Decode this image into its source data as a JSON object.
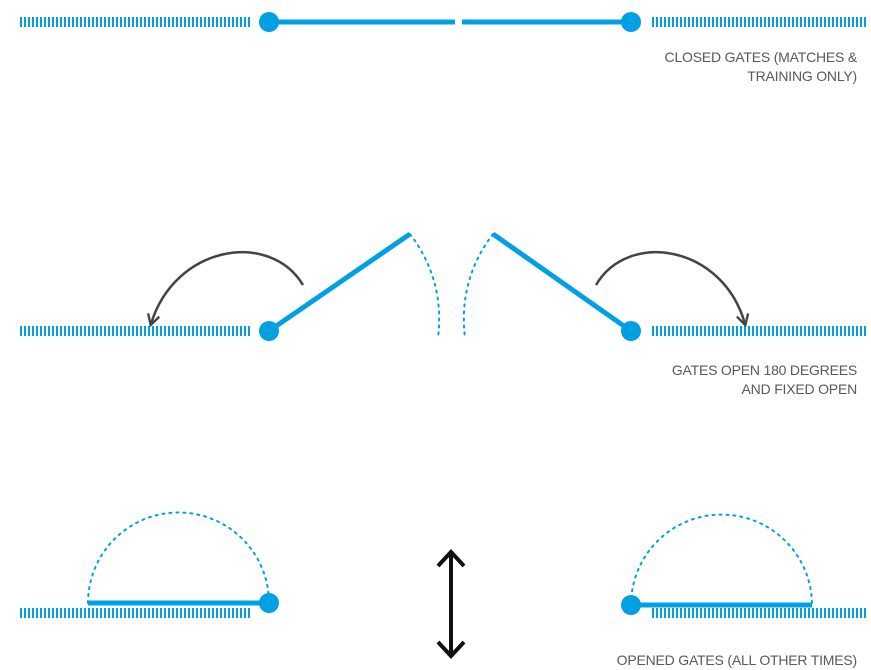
{
  "colors": {
    "gate": "#00a0e3",
    "arrow": "#444444",
    "double_arrow": "#111111",
    "text": "#58595b",
    "background": "#ffffff"
  },
  "sections": [
    {
      "id": "closed",
      "caption_lines": [
        "CLOSED GATES (MATCHES &",
        "TRAINING ONLY)"
      ]
    },
    {
      "id": "open180",
      "caption_lines": [
        "GATES OPEN 180 DEGREES",
        "AND FIXED OPEN"
      ]
    },
    {
      "id": "opened",
      "caption_lines": [
        "OPENED GATES  (ALL OTHER TIMES)"
      ]
    }
  ]
}
